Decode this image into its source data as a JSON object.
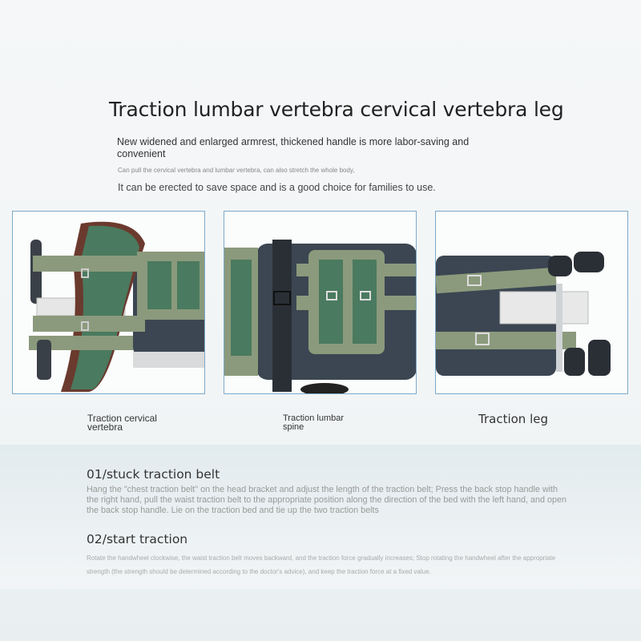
{
  "header": {
    "title": "Traction lumbar vertebra cervical vertebra leg",
    "line1": "New widened and enlarged armrest, thickened handle is more labor-saving and convenient",
    "line2": "Can pull the cervical vertebra and lumbar vertebra, can also stretch the whole body,",
    "line3": "It can be erected to save space and is a good choice for families to use."
  },
  "photos": [
    {
      "caption": "Traction cervical vertebra",
      "icon": "cervical-traction-photo"
    },
    {
      "caption": "Traction lumbar spine",
      "icon": "lumbar-traction-photo"
    },
    {
      "caption": "Traction leg",
      "icon": "leg-traction-photo"
    }
  ],
  "steps": [
    {
      "title": "01/stuck traction belt",
      "text": "Hang the \"chest traction belt\" on the head bracket and adjust the length of the traction belt; Press the back stop handle with the right hand, pull the waist traction belt to the appropriate position along the direction of the bed with the left hand, and open the back stop handle. Lie on the traction bed and tie up the two traction belts"
    },
    {
      "title": "02/start traction",
      "text": "Rotate the handwheel clockwise, the waist traction belt moves backward, and the traction force gradually increases; Stop rotating the handwheel after the appropriate strength (the strength should be determined according to the doctor's advice), and keep the traction force at a fixed value."
    }
  ],
  "colors": {
    "belt": "#8b9a7c",
    "belt_dark": "#4a7a5f",
    "cushion": "#3b4652",
    "frame_border": "#7da9c9"
  }
}
